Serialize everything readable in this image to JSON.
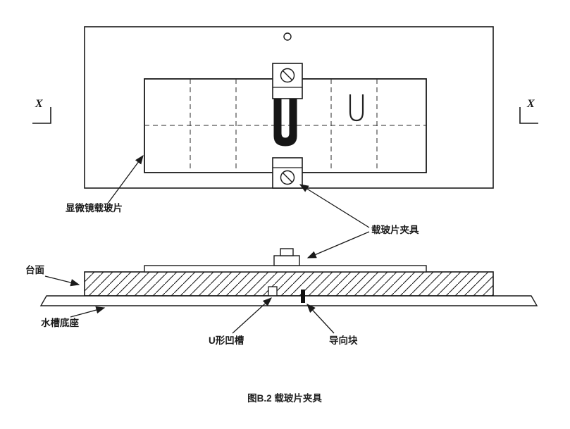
{
  "figure": {
    "caption": "图B.2  载玻片夹具"
  },
  "section_markers": {
    "left": "X",
    "right": "X"
  },
  "labels": {
    "microscope_slide": "显微镜载玻片",
    "slide_clamp": "载玻片夹具",
    "table_top": "台面",
    "tank_base": "水槽底座",
    "u_groove": "U形凹槽",
    "guide_block": "导向块"
  },
  "colors": {
    "ink": "#1a1a1a",
    "background": "#ffffff"
  }
}
